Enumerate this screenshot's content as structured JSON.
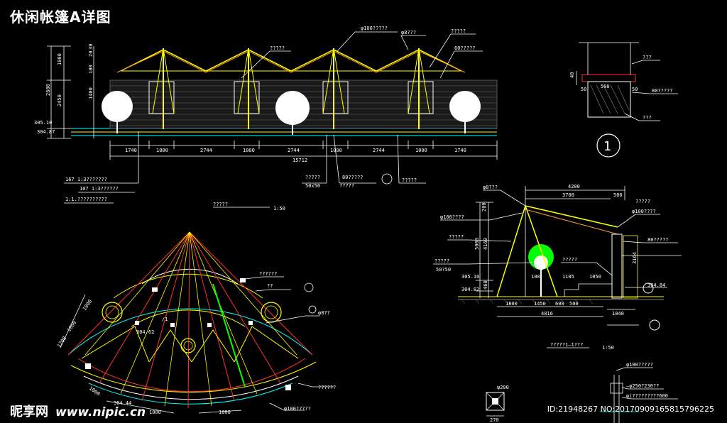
{
  "title": "休闲帐篷A详图",
  "watermark": {
    "site": "昵享网",
    "url": "www.nipic.cn",
    "id_text": "ID:21948267 NO:20170909165815796225"
  },
  "colors": {
    "background": "#000000",
    "yellow": "#ffff00",
    "cyan": "#00ffff",
    "red": "#ff3030",
    "green": "#00ff00",
    "white": "#ffffff",
    "magenta": "#ff00ff"
  },
  "elevation": {
    "dims_bottom": [
      "1740",
      "1000",
      "2744",
      "1000",
      "2744",
      "1000",
      "2744",
      "1000",
      "1740"
    ],
    "total": "15712",
    "left_dims": [
      "1000",
      "2600",
      "2450",
      "1400",
      "100",
      "20",
      "30"
    ],
    "levels": [
      "305.10",
      "304.87"
    ],
    "notes_left": [
      "167  1:3???????",
      "107  1:3??????",
      "1:1.??????????"
    ],
    "top_notes": [
      "φ100?????",
      "φ8???",
      "?????"
    ],
    "mid_notes": [
      "?????",
      "60?????"
    ],
    "bottom_notes": [
      "?????",
      "50x50",
      "?????",
      "80?????",
      "?????"
    ],
    "section_mark": "?????",
    "scale": "1:50"
  },
  "detail1": {
    "dims": [
      "500",
      "50",
      "50",
      "40"
    ],
    "notes": [
      "???",
      "80?????",
      "???"
    ],
    "circle_label": "1"
  },
  "section": {
    "dims_top": [
      "4200",
      "3700",
      "500"
    ],
    "left_dims": [
      "200",
      "5000",
      "4160",
      "460"
    ],
    "levels": [
      "305.10",
      "304.82",
      "304.84"
    ],
    "notes_left": [
      "φ8???",
      "φ100????",
      "?????",
      "?????",
      "50?50"
    ],
    "notes_right": [
      "?????",
      "φ100????",
      "80?????",
      "?????",
      "3164"
    ],
    "dims_bottom": [
      "1800",
      "1450",
      "600",
      "500",
      "4816",
      "1040",
      "1105",
      "1050",
      "100"
    ],
    "title": "?????1—1???",
    "scale": "1:50"
  },
  "plan": {
    "notes": [
      "??????",
      "??",
      "φ8??",
      "??????",
      "φ100?????",
      "/1",
      "304.62",
      "304.44"
    ],
    "dims": [
      "1000",
      "1000",
      "1000",
      "1000",
      "1200",
      "1000"
    ]
  },
  "details_bottom": {
    "dims": [
      "ψ200",
      "270"
    ],
    "notes": [
      "φ100?????",
      "—φ250?230??",
      "φ(?????????600"
    ]
  }
}
